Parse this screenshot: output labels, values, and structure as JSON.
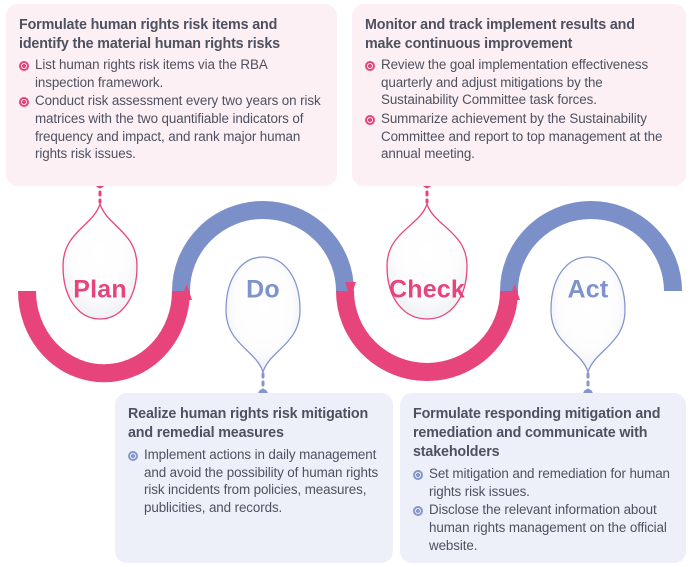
{
  "theme": {
    "pink": "#e8447c",
    "pink_soft": "#fcf0f4",
    "blue": "#7e92cd",
    "blue_arc": "#7b8fc9",
    "blue_soft": "#edf0f9",
    "text": "#4e5160"
  },
  "cycle": {
    "stages": [
      {
        "id": "plan",
        "label": "Plan",
        "color": "pink"
      },
      {
        "id": "do",
        "label": "Do",
        "color": "blue"
      },
      {
        "id": "check",
        "label": "Check",
        "color": "pink"
      },
      {
        "id": "act",
        "label": "Act",
        "color": "blue"
      }
    ]
  },
  "cards": {
    "plan": {
      "title": "Formulate human rights risk items and identify the material human rights risks",
      "bullets": [
        "List human rights risk items via the RBA inspection framework.",
        "Conduct risk assessment every two years on risk matrices with the two quantifiable indicators of frequency and impact, and rank major human rights risk issues."
      ]
    },
    "check": {
      "title": "Monitor and track implement results and make continuous improvement",
      "bullets": [
        "Review the goal implementation effectiveness quarterly and adjust mitigations by the Sustainability Committee task forces.",
        "Summarize achievement by the Sustainability Committee and report to top management at the annual meeting."
      ]
    },
    "do": {
      "title": "Realize human rights risk mitigation and remedial measures",
      "bullets": [
        "Implement actions in daily management and avoid the possibility of human rights risk incidents from policies, measures, publicities, and records."
      ]
    },
    "act": {
      "title": "Formulate responding mitigation and remediation and communicate with stakeholders",
      "bullets": [
        "Set mitigation and remediation for human rights risk issues.",
        "Disclose the relevant information about human rights management on the official website."
      ]
    }
  }
}
